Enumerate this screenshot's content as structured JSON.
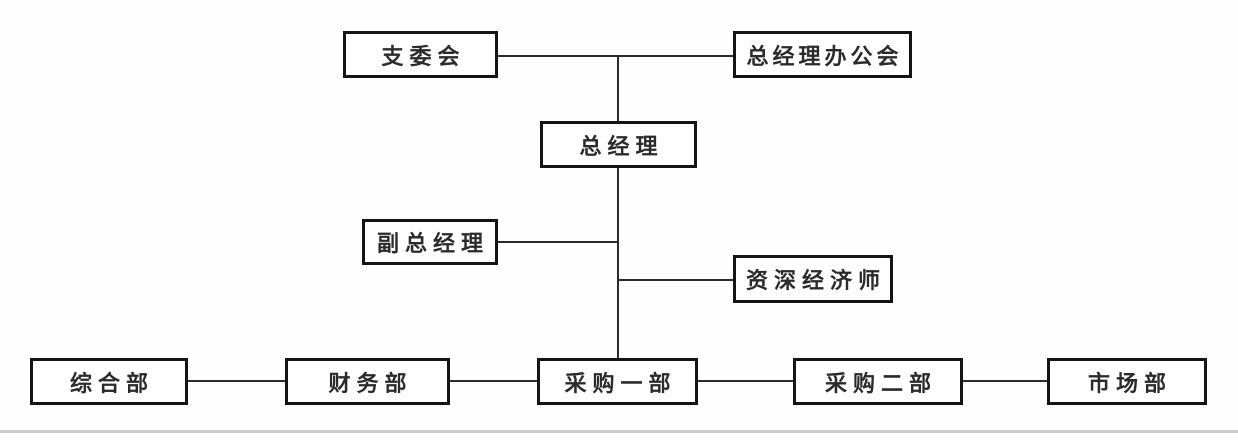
{
  "diagram": {
    "type": "org-chart",
    "nodes": [
      {
        "id": "branch-committee",
        "label": "支委会"
      },
      {
        "id": "gm-office-meeting",
        "label": "总经理办公会"
      },
      {
        "id": "general-manager",
        "label": "总经理"
      },
      {
        "id": "deputy-general-manager",
        "label": "副总经理"
      },
      {
        "id": "senior-economist",
        "label": "资深经济师"
      },
      {
        "id": "general-affairs-dept",
        "label": "综合部"
      },
      {
        "id": "finance-dept",
        "label": "财务部"
      },
      {
        "id": "procurement-dept-1",
        "label": "采购一部"
      },
      {
        "id": "procurement-dept-2",
        "label": "采购二部"
      },
      {
        "id": "marketing-dept",
        "label": "市场部"
      }
    ],
    "edges": [
      {
        "from": "branch-committee",
        "to": "gm-office-meeting"
      },
      {
        "from": "branch-committee",
        "to": "general-manager"
      },
      {
        "from": "gm-office-meeting",
        "to": "general-manager"
      },
      {
        "from": "deputy-general-manager",
        "to": "general-manager"
      },
      {
        "from": "senior-economist",
        "to": "general-manager"
      },
      {
        "from": "general-manager",
        "to": "procurement-dept-1"
      },
      {
        "from": "general-affairs-dept",
        "to": "finance-dept"
      },
      {
        "from": "finance-dept",
        "to": "procurement-dept-1"
      },
      {
        "from": "procurement-dept-1",
        "to": "procurement-dept-2"
      },
      {
        "from": "procurement-dept-2",
        "to": "marketing-dept"
      }
    ],
    "colors": {
      "box_border": "#141414",
      "box_fill": "#ffffff",
      "connector": "#2b2b2b",
      "page_divider": "#c8cdd2",
      "background": "#fefefe"
    }
  }
}
